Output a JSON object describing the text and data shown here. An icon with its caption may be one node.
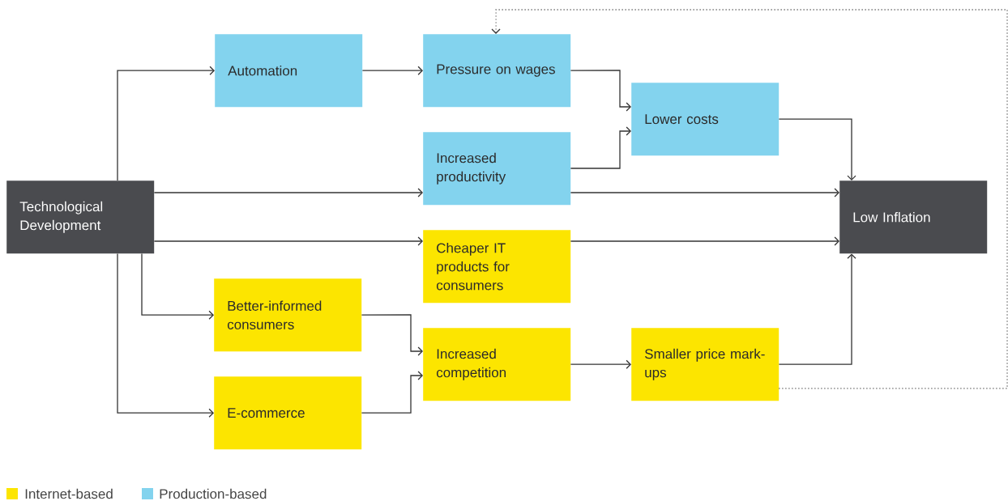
{
  "diagram": {
    "nodes": [
      {
        "text": [
          "Technological Development"
        ]
      },
      {
        "text": [
          "Automation"
        ]
      },
      {
        "text": [
          "Pressure on wages"
        ]
      },
      {
        "text": [
          "Increased productivity"
        ]
      },
      {
        "text": [
          "Lower costs"
        ]
      },
      {
        "text": [
          "Low Inflation"
        ]
      },
      {
        "text": [
          "Cheaper IT products for consumers"
        ]
      },
      {
        "text": [
          "Better-informed consumers"
        ]
      },
      {
        "text": [
          "Increased competition"
        ]
      },
      {
        "text": [
          "Smaller price mark-ups"
        ]
      },
      {
        "text": [
          "E-commerce"
        ]
      }
    ],
    "edges": [
      {
        "from": 0,
        "to": 1,
        "arrow": "to"
      },
      {
        "from": 0,
        "to": 3,
        "arrow": "to"
      },
      {
        "from": 0,
        "to": 6,
        "arrow": "to"
      },
      {
        "from": 0,
        "to": 7,
        "arrow": "to"
      },
      {
        "from": 0,
        "to": 10,
        "arrow": "to"
      },
      {
        "from": 1,
        "to": 2,
        "arrow": "to"
      },
      {
        "from": 2,
        "to": 4,
        "arrow": "to"
      },
      {
        "from": 3,
        "to": 4,
        "arrow": "to"
      },
      {
        "from": 3,
        "to": 5,
        "arrow": "to"
      },
      {
        "from": 6,
        "to": 5,
        "arrow": "to"
      },
      {
        "from": 4,
        "to": 5,
        "arrow": "to"
      },
      {
        "from": 7,
        "to": 8,
        "arrow": "to"
      },
      {
        "from": 10,
        "to": 8,
        "arrow": "to"
      },
      {
        "from": 8,
        "to": 9,
        "arrow": "to"
      },
      {
        "from": 9,
        "to": 5,
        "arrow": "to"
      },
      {
        "from": 9,
        "to": 2,
        "arrow": "to",
        "style": "dashed"
      }
    ],
    "legend": [
      {
        "text": "Internet-based",
        "color": "#fce500"
      },
      {
        "text": "Production-based",
        "color": "#83d3ee"
      }
    ]
  }
}
